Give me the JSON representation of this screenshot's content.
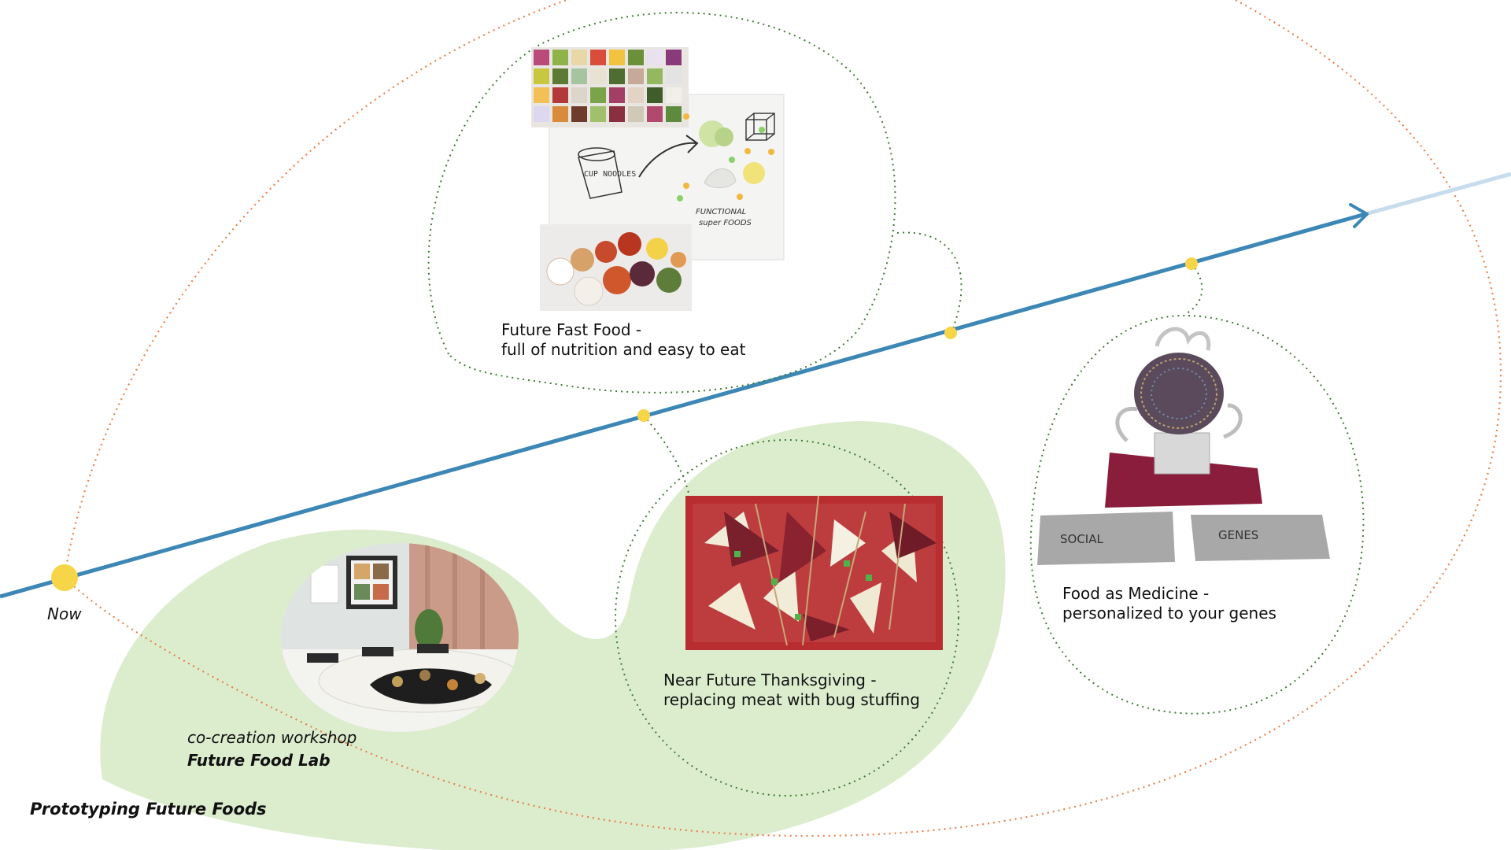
{
  "title": "Prototyping Future Foods",
  "now_label": "Now",
  "workshop": {
    "line1": "co-creation workshop",
    "line2": "Future Food Lab"
  },
  "concepts": [
    {
      "id": "fast-food",
      "line1": "Future Fast Food -",
      "line2": "full of nutrition and easy to eat",
      "photo_text": "CUP NOODLES",
      "sketch_text_1": "FUNCTIONAL",
      "sketch_text_2": "super FOODS"
    },
    {
      "id": "thanksgiving",
      "line1": "Near Future Thanksgiving  -",
      "line2": "replacing meat with bug stuffing"
    },
    {
      "id": "medicine",
      "line1": "Food as Medicine -",
      "line2": "personalized to your genes",
      "card1": "SOCIAL",
      "card2": "GENES"
    }
  ],
  "colors": {
    "timeline": "#3c87b5",
    "timeline_fade": "#c7dcec",
    "milestone": "#f7d548",
    "bubble_border": "#3f7a35",
    "orange_dotted": "#e8814a",
    "green_blob": "#dcedce"
  }
}
